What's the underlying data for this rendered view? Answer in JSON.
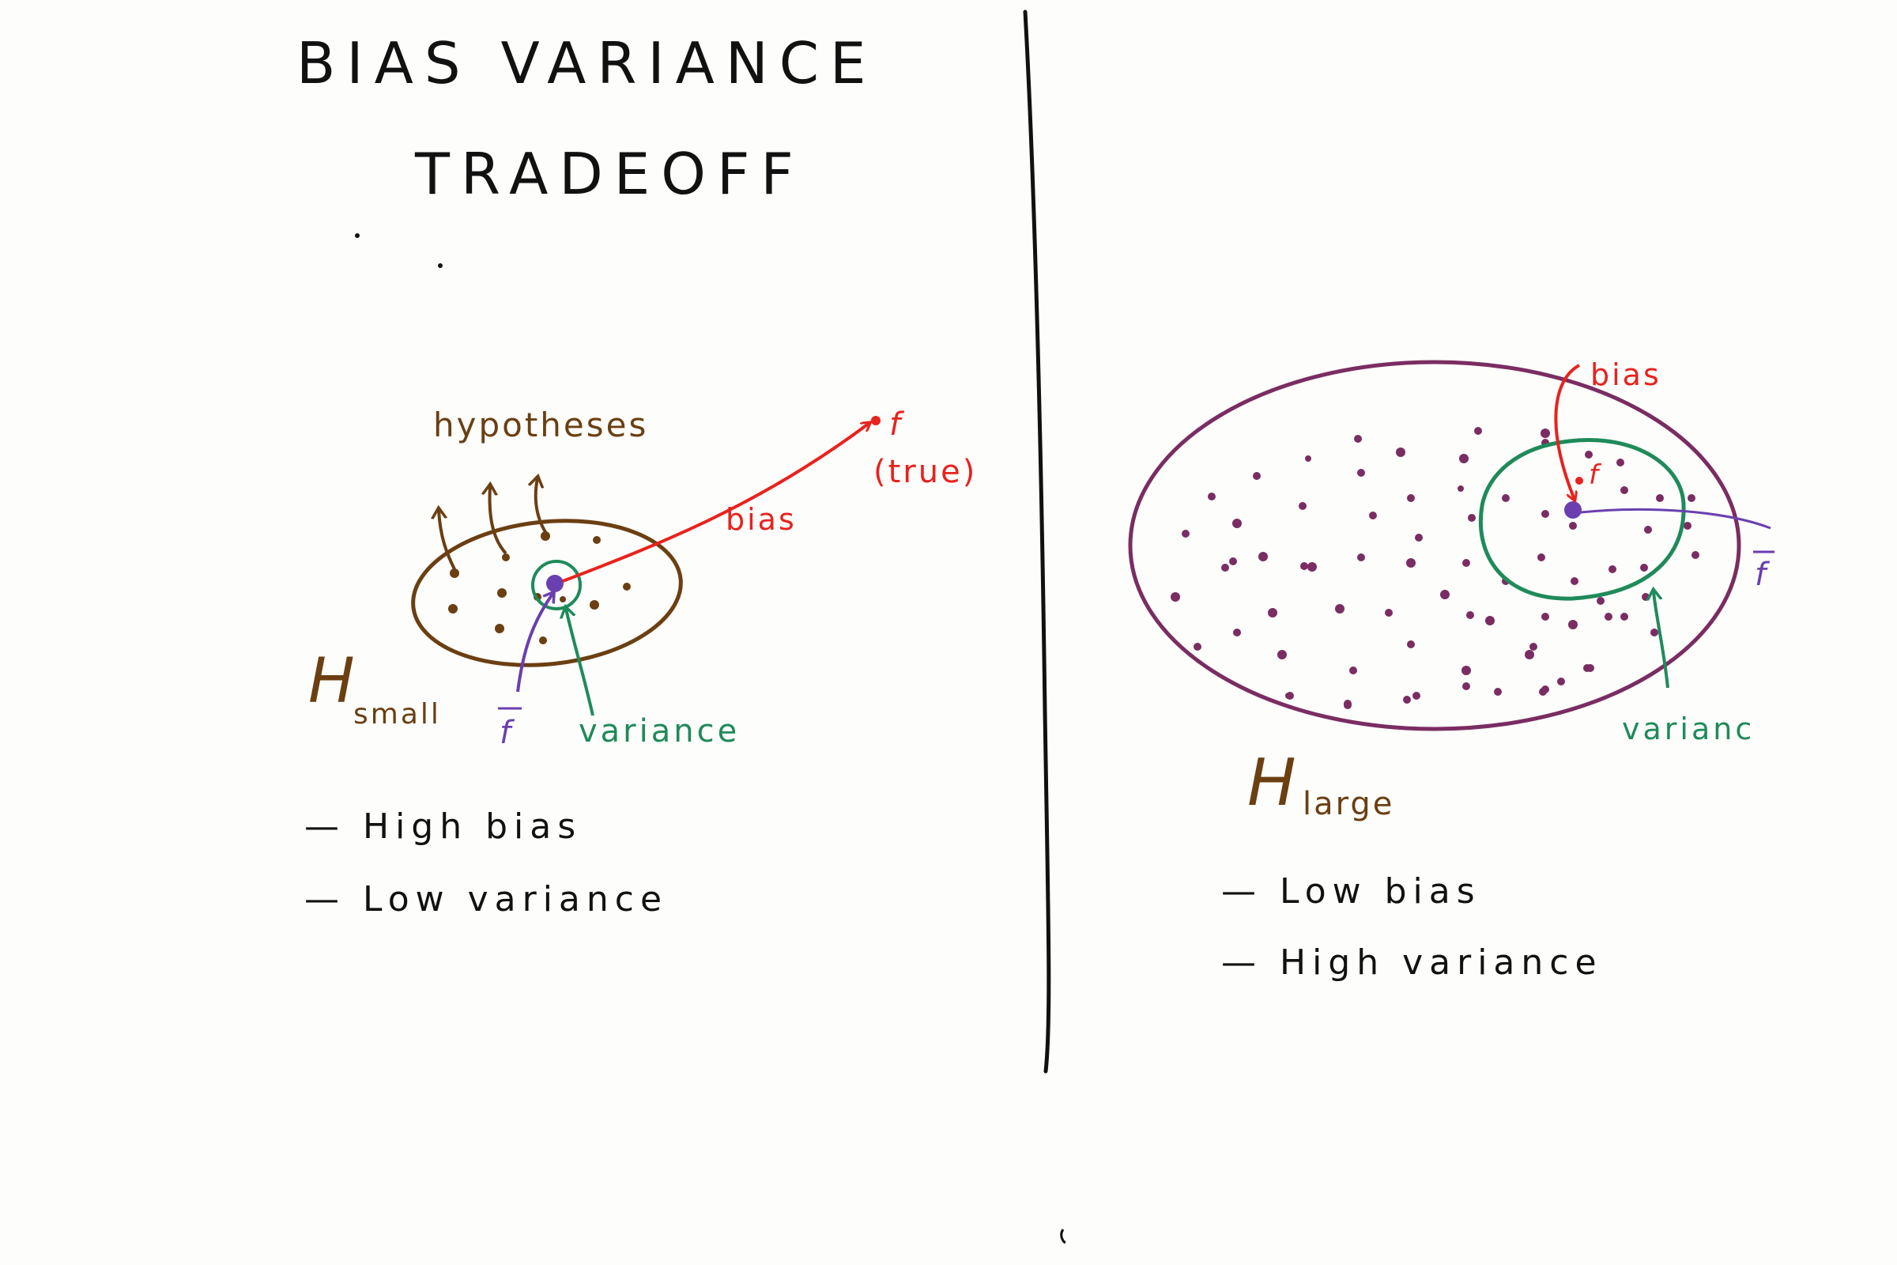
{
  "title": {
    "line1": "BIAS VARIANCE",
    "line2": "TRADEOFF"
  },
  "colors": {
    "ink": "#111111",
    "brown": "#6b3f12",
    "red": "#e8221e",
    "green": "#1f8a5a",
    "purple": "#6a3fb0",
    "plum": "#7a2d62",
    "background": "#fdfdfb"
  },
  "left_panel": {
    "hypotheses_label": "hypotheses",
    "f_label": "f",
    "true_label": "(true)",
    "bias_label": "bias",
    "fbar_label": "f",
    "variance_label": "variance",
    "set_symbol": "H",
    "set_subscript": "small",
    "notes": [
      "— High bias",
      "— Low variance"
    ]
  },
  "right_panel": {
    "bias_label": "bias",
    "f_label": "f",
    "fbar_label": "f",
    "variance_label": "varianc",
    "set_symbol": "H",
    "set_subscript": "large",
    "notes": [
      "— Low bias",
      "— High variance"
    ]
  }
}
